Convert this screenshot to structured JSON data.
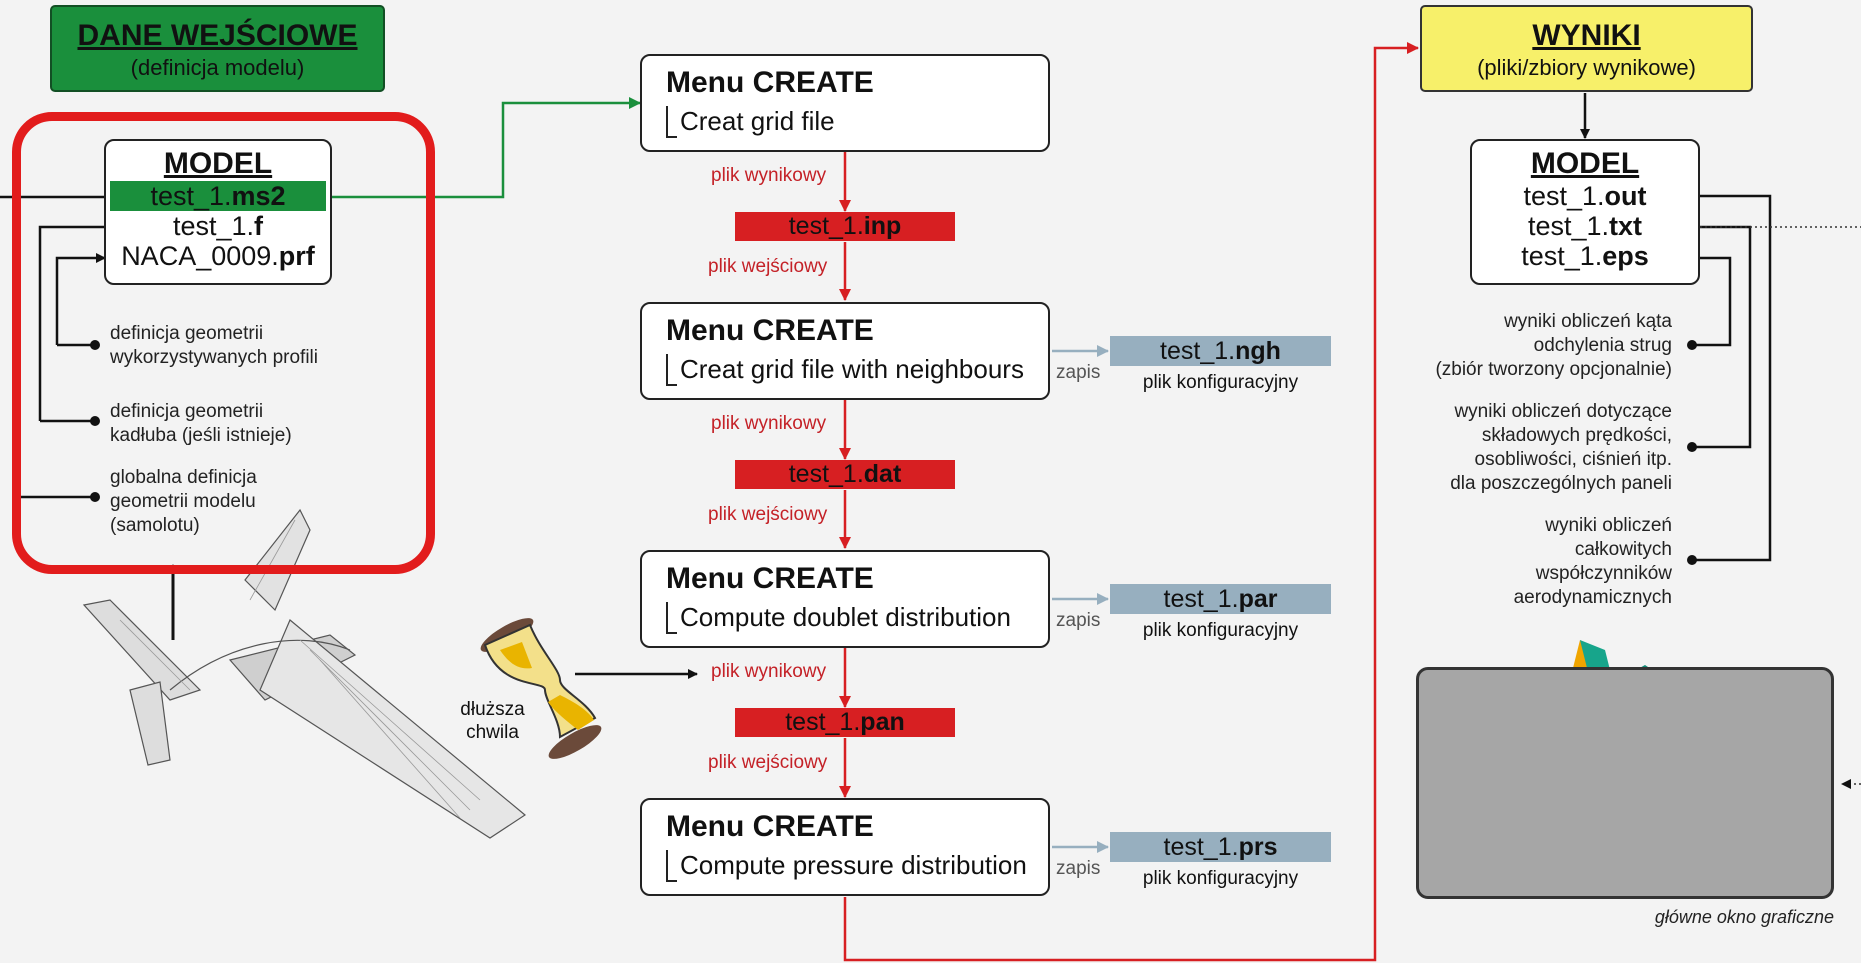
{
  "input_header": {
    "title": "DANE WEJŚCIOWE",
    "subtitle": "(definicja modelu)"
  },
  "output_header": {
    "title": "WYNIKI",
    "subtitle": "(pliki/zbiory wynikowe)"
  },
  "input_model": {
    "title": "MODEL",
    "files": [
      {
        "base": "test_1.",
        "ext": "ms2"
      },
      {
        "base": "test_1.",
        "ext": "f"
      },
      {
        "base": "NACA_0009.",
        "ext": "prf"
      }
    ],
    "notes": [
      [
        "definicja geometrii",
        "wykorzystywanych profili"
      ],
      [
        "definicja geometrii",
        "kadłuba (jeśli istnieje)"
      ],
      [
        "globalna definicja",
        "geometrii modelu",
        "(samolotu)"
      ]
    ]
  },
  "steps": [
    {
      "menu": "Menu CREATE",
      "action": "Creat grid file"
    },
    {
      "menu": "Menu CREATE",
      "action": "Creat grid file with neighbours"
    },
    {
      "menu": "Menu CREATE",
      "action": "Compute doublet distribution"
    },
    {
      "menu": "Menu CREATE",
      "action": "Compute pressure distribution"
    }
  ],
  "intermediate_files": [
    {
      "base": "test_1.",
      "ext": "inp"
    },
    {
      "base": "test_1.",
      "ext": "dat"
    },
    {
      "base": "test_1.",
      "ext": "pan"
    }
  ],
  "config_files": [
    {
      "base": "test_1.",
      "ext": "ngh"
    },
    {
      "base": "test_1.",
      "ext": "par"
    },
    {
      "base": "test_1.",
      "ext": "prs"
    }
  ],
  "labels": {
    "output_file": "plik wynikowy",
    "input_file": "plik wejściowy",
    "save": "zapis",
    "config_file": "plik konfiguracyjny",
    "wait_line1": "dłuższa",
    "wait_line2": "chwila",
    "main_window": "główne okno graficzne"
  },
  "output_model": {
    "title": "MODEL",
    "files": [
      {
        "base": "test_1.",
        "ext": "out"
      },
      {
        "base": "test_1.",
        "ext": "txt"
      },
      {
        "base": "test_1.",
        "ext": "eps"
      }
    ],
    "notes": [
      [
        "wyniki obliczeń kąta",
        "odchylenia strug",
        "(zbiór tworzony opcjonalnie)"
      ],
      [
        "wyniki obliczeń dotyczące",
        "składowych prędkości,",
        "osobliwości, ciśnień itp.",
        "dla poszczególnych paneli"
      ],
      [
        "wyniki obliczeń",
        "całkowitych",
        "współczynników",
        "aerodynamicznych"
      ]
    ]
  },
  "colors": {
    "input_green": "#1a8f3c",
    "output_yellow": "#f7f06a",
    "flow_red": "#d71f22",
    "config_blue": "#97afbf",
    "highlight_frame": "#e21c1c"
  }
}
